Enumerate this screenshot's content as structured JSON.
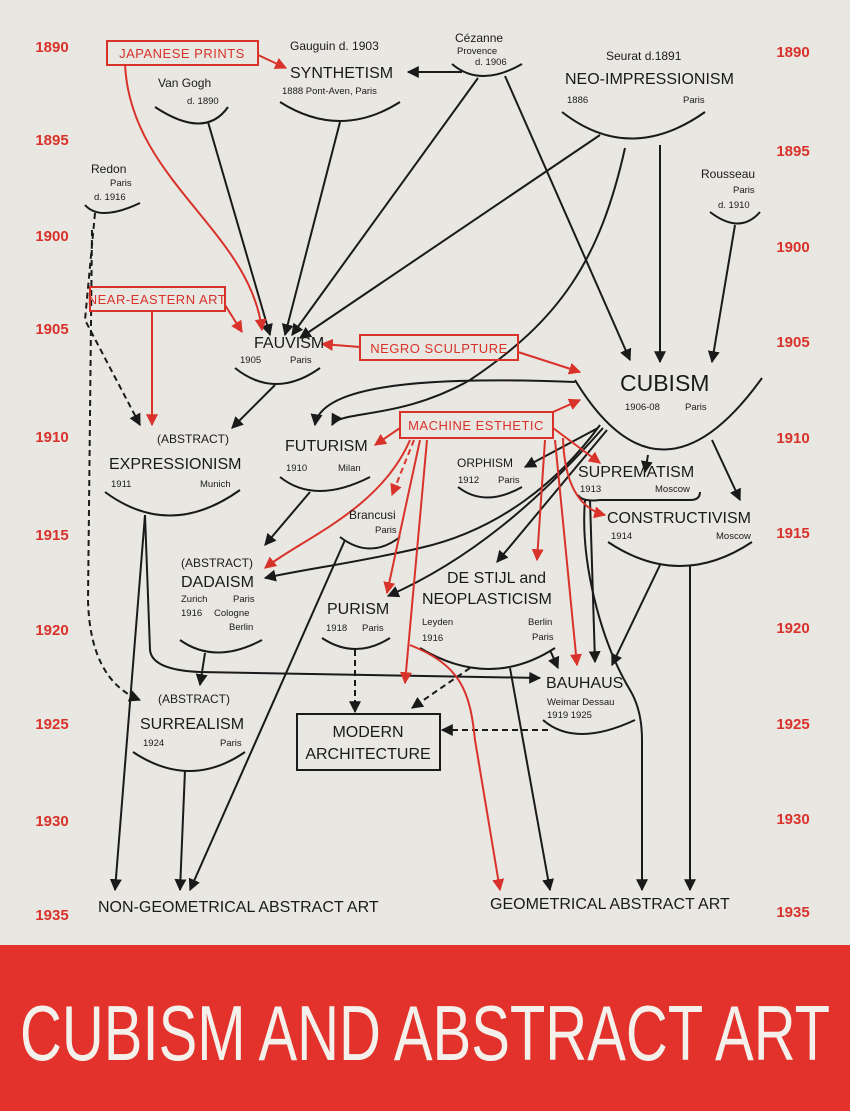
{
  "years_left": [
    "1890",
    "1895",
    "1900",
    "1905",
    "1910",
    "1915",
    "1920",
    "1925",
    "1930",
    "1935"
  ],
  "years_right": [
    "1890",
    "1895",
    "1900",
    "1905",
    "1910",
    "1915",
    "1920",
    "1925",
    "1930",
    "1935"
  ],
  "influences": {
    "japanese_prints": "JAPANESE PRINTS",
    "near_eastern_art": "NEAR-EASTERN ART",
    "negro_sculpture": "NEGRO SCULPTURE",
    "machine_esthetic": "MACHINE ESTHETIC"
  },
  "nodes": {
    "gauguin": "Gauguin  d. 1903",
    "synthetism": "SYNTHETISM",
    "synthetism_sub": "1888  Pont-Aven, Paris",
    "cezanne": "Cézanne",
    "cezanne_place": "Provence",
    "cezanne_died": "d. 1906",
    "seurat": "Seurat d.1891",
    "neo_impressionism": "NEO-IMPRESSIONISM",
    "neo_year": "1886",
    "neo_place": "Paris",
    "van_gogh": "Van Gogh",
    "van_gogh_died": "d. 1890",
    "redon": "Redon",
    "redon_place": "Paris",
    "redon_died": "d. 1916",
    "rousseau": "Rousseau",
    "rousseau_place": "Paris",
    "rousseau_died": "d. 1910",
    "fauvism": "FAUVISM",
    "fauvism_year": "1905",
    "fauvism_place": "Paris",
    "cubism": "CUBISM",
    "cubism_year": "1906-08",
    "cubism_place": "Paris",
    "expr_prefix": "(ABSTRACT)",
    "expressionism": "EXPRESSIONISM",
    "expr_year": "1911",
    "expr_place": "Munich",
    "futurism": "FUTURISM",
    "futurism_year": "1910",
    "futurism_place": "Milan",
    "orphism": "ORPHISM",
    "orphism_year": "1912",
    "orphism_place": "Paris",
    "suprematism": "SUPREMATISM",
    "suprematism_year": "1913",
    "suprematism_place": "Moscow",
    "constructivism": "CONSTRUCTIVISM",
    "constructivism_year": "1914",
    "constructivism_place": "Moscow",
    "brancusi": "Brancusi",
    "brancusi_place": "Paris",
    "dada_prefix": "(ABSTRACT)",
    "dadaism": "DADAISM",
    "dada_zurich": "Zurich",
    "dada_paris": "Paris",
    "dada_year": "1916",
    "dada_cologne": "Cologne",
    "dada_berlin": "Berlin",
    "purism": "PURISM",
    "purism_year": "1918",
    "purism_place": "Paris",
    "destijl_1": "DE STIJL and",
    "destijl_2": "NEOPLASTICISM",
    "destijl_leyden": "Leyden",
    "destijl_year": "1916",
    "destijl_berlin": "Berlin",
    "destijl_paris": "Paris",
    "bauhaus": "BAUHAUS",
    "bauhaus_places": "Weimar Dessau",
    "bauhaus_years": "1919     1925",
    "surr_prefix": "(ABSTRACT)",
    "surrealism": "SURREALISM",
    "surr_year": "1924",
    "surr_place": "Paris",
    "modern_1": "MODERN",
    "modern_2": "ARCHITECTURE",
    "non_geometrical": "NON-GEOMETRICAL ABSTRACT ART",
    "geometrical": "GEOMETRICAL ABSTRACT ART"
  },
  "title": "CUBISM AND ABSTRACT ART",
  "colors": {
    "accent": "#d8322b",
    "paper": "#e9e7e2",
    "ink": "#1a1a1a"
  }
}
